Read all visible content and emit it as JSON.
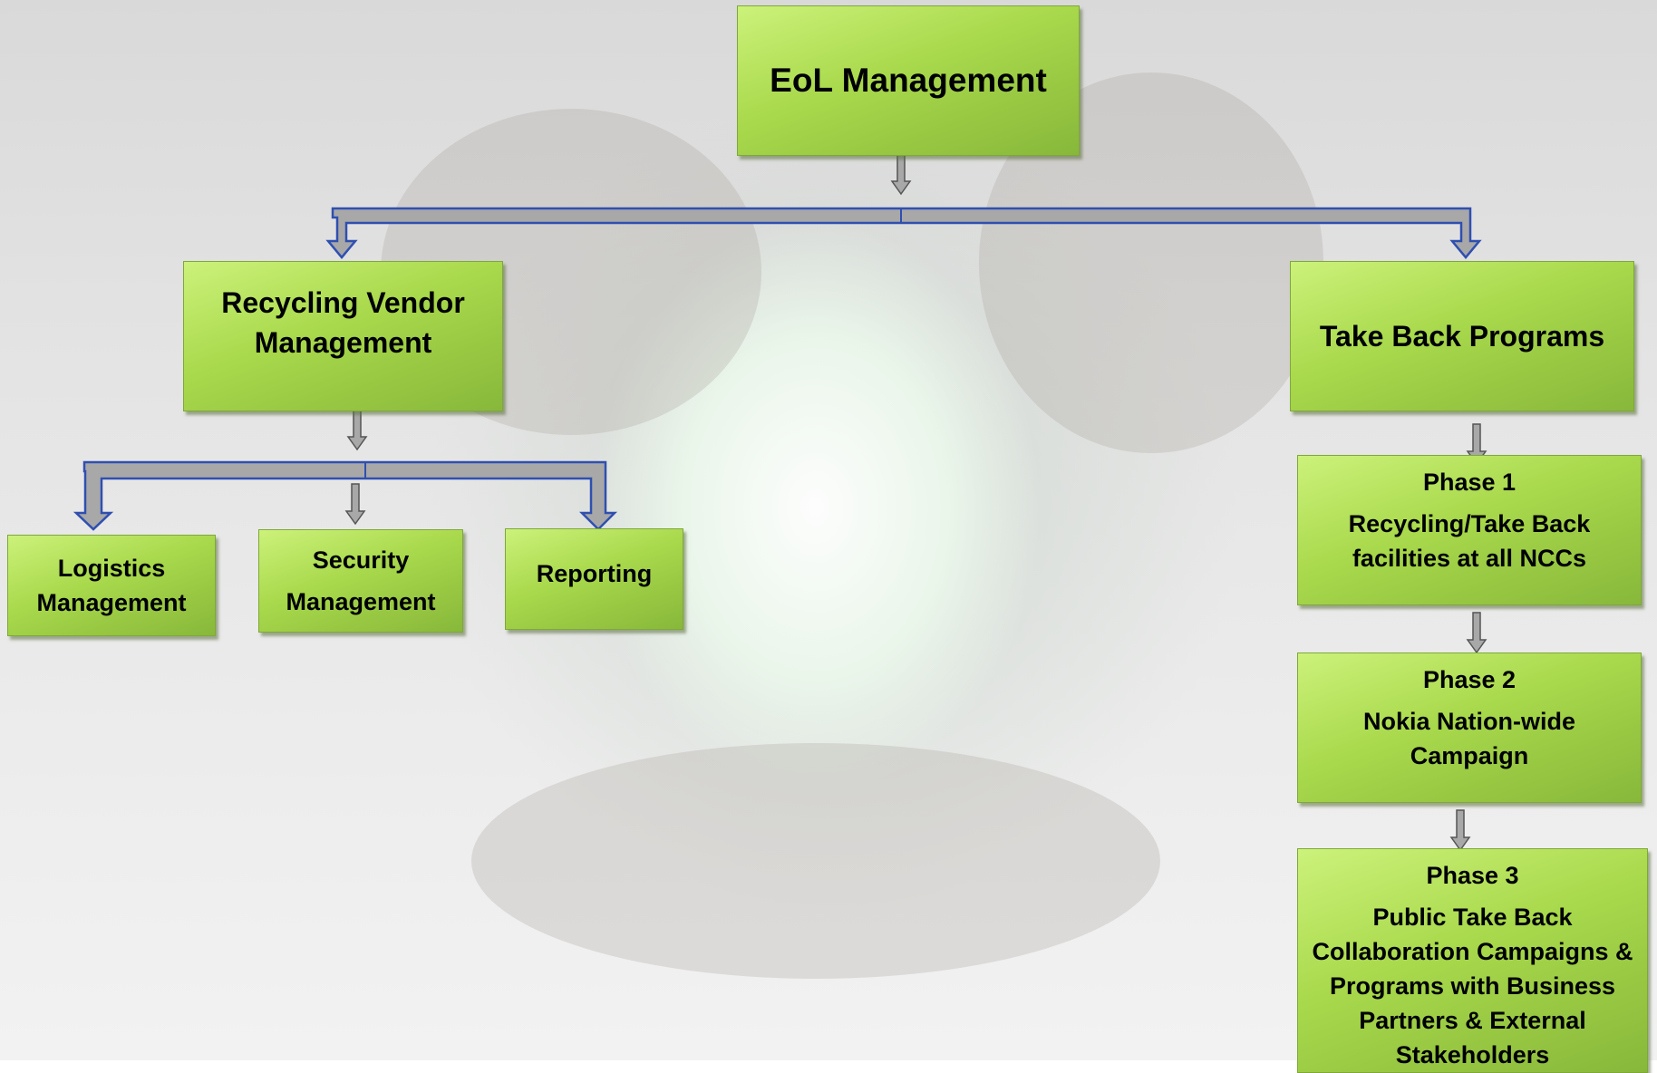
{
  "diagram": {
    "root": {
      "label": "EoL Management"
    },
    "branch_left": {
      "label_line1": "Recycling Vendor",
      "label_line2": "Management",
      "children": [
        {
          "line1": "Logistics",
          "line2": "Management"
        },
        {
          "line1": "Security",
          "line2": "Management"
        },
        {
          "line1": "Reporting",
          "line2": ""
        }
      ]
    },
    "branch_right": {
      "label": "Take Back Programs",
      "phases": [
        {
          "title": "Phase 1",
          "lines": [
            "Recycling/Take Back",
            "facilities at all NCCs"
          ]
        },
        {
          "title": "Phase 2",
          "lines": [
            "Nokia Nation-wide",
            "Campaign"
          ]
        },
        {
          "title": "Phase 3",
          "lines": [
            "Public Take Back",
            "Collaboration Campaigns &",
            "Programs with Business",
            "Partners & External",
            "Stakeholders"
          ]
        }
      ]
    }
  },
  "colors": {
    "box_light": "#ccf27a",
    "box_dark": "#88b83a",
    "connector_fill": "#a8a8a8",
    "connector_border": "#2f4fb0"
  }
}
